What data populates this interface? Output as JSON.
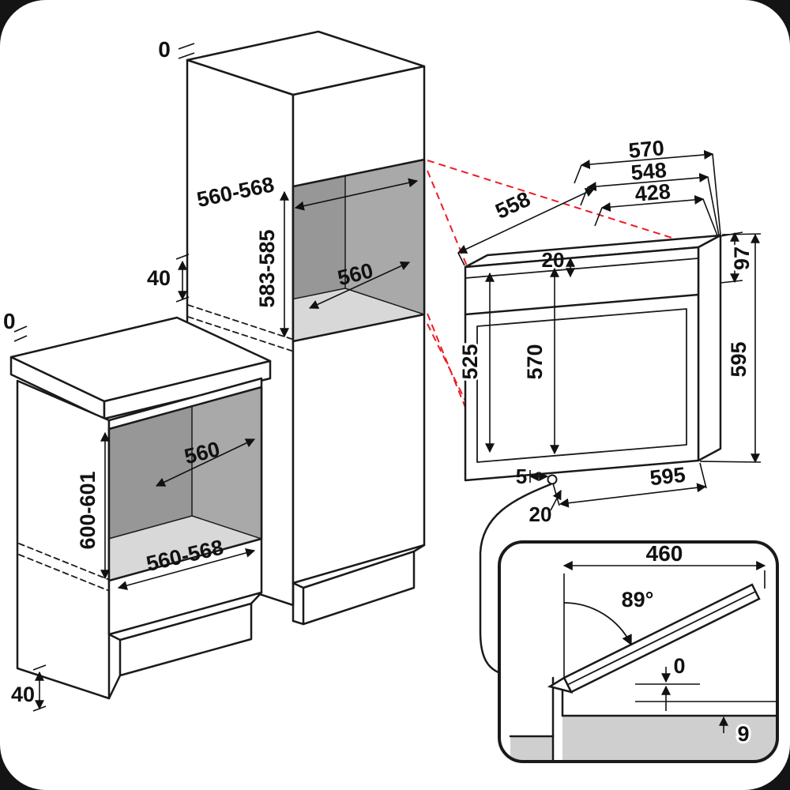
{
  "diagram_title": "built-in oven installation dimensions",
  "labels": {
    "column": {
      "zero": "0",
      "width": "560-568",
      "height": "583-585",
      "depth": "560",
      "clearance": "40"
    },
    "base": {
      "zero": "0",
      "depth": "560",
      "height": "600-601",
      "width": "560-568",
      "plinth": "40"
    },
    "oven": {
      "top_width": "570",
      "top_width_mid": "548",
      "top_width_inner": "428",
      "top_depth": "558",
      "top_gap": "20",
      "front_height_inner": "525",
      "front_height": "570",
      "panel_height": "97",
      "side_height": "595",
      "bottom_width": "595",
      "hinge_offset": "5",
      "hinge_inset": "20"
    },
    "detail": {
      "door_width": "460",
      "angle": "89°",
      "top_gap": "0",
      "bottom_gap": "9"
    }
  }
}
